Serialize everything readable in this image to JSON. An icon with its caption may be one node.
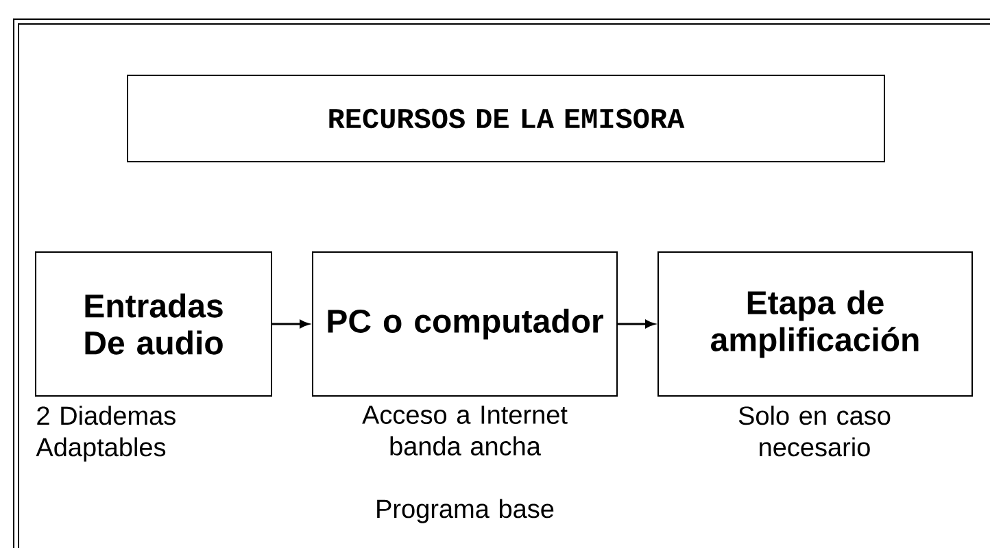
{
  "diagram": {
    "nodes": [
      {
        "text": [
          "RECURSOS DE LA EMISORA"
        ]
      },
      {
        "text": [
          "Entradas De audio"
        ],
        "beside": [
          "2 Diademas Adaptables"
        ]
      },
      {
        "text": [
          "PC o computador"
        ],
        "beside": [
          "Acceso a Internet banda ancha",
          "Programa base"
        ]
      },
      {
        "text": [
          "Etapa de amplificación"
        ],
        "beside": [
          "Solo en caso necesario"
        ]
      }
    ],
    "edges": [
      {
        "from": 1,
        "to": 2,
        "arrow": "to"
      },
      {
        "from": 2,
        "to": 3,
        "arrow": "to"
      }
    ]
  }
}
